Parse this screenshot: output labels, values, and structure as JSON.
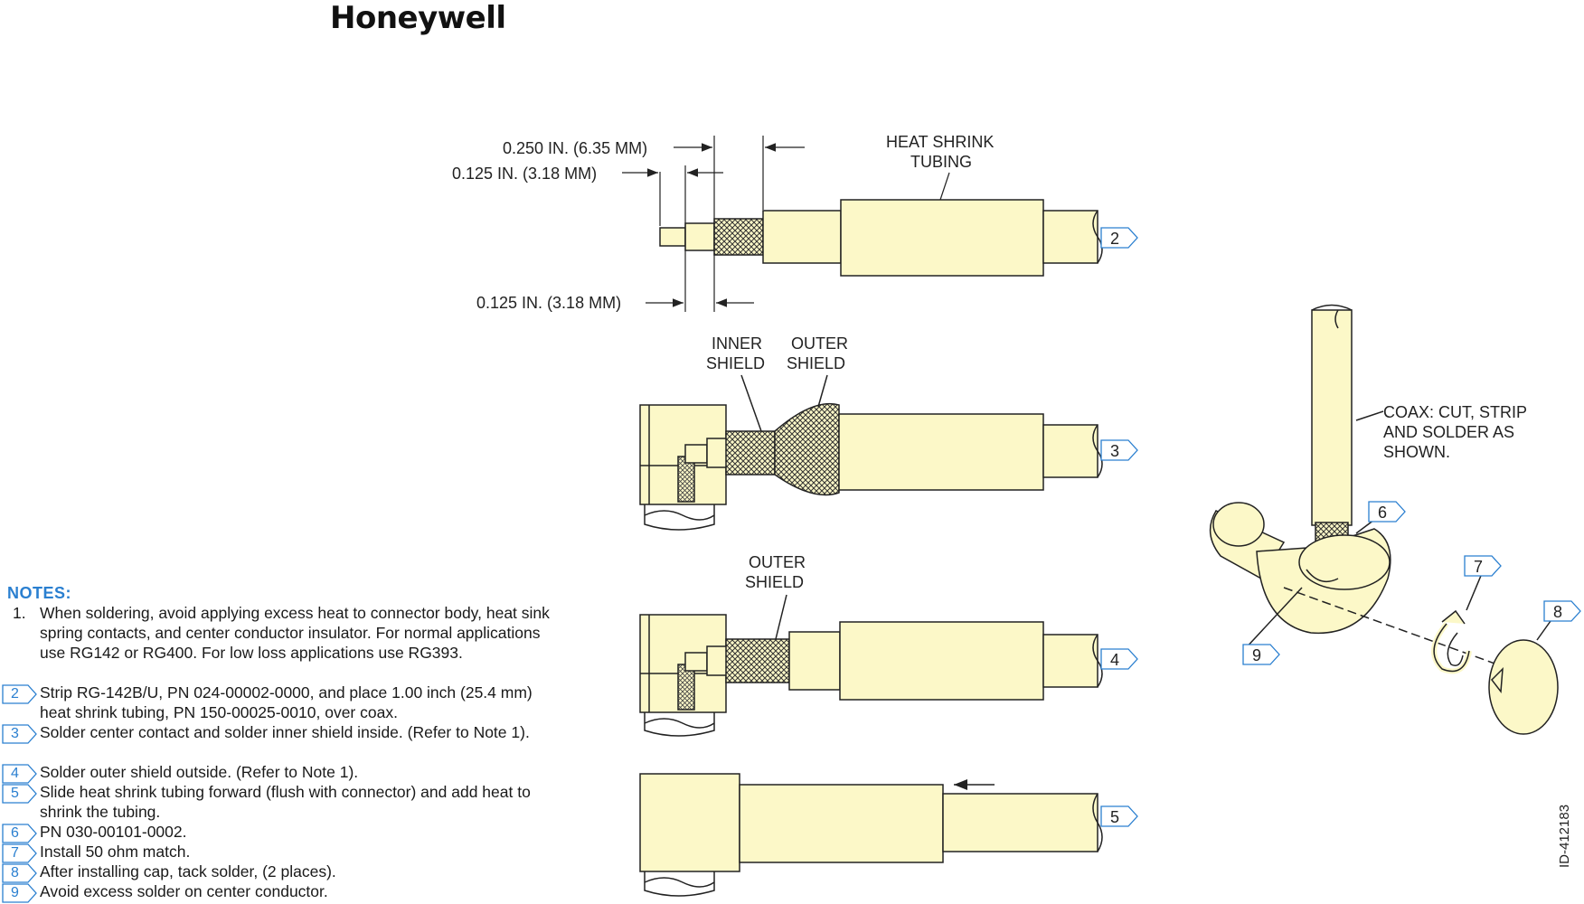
{
  "logo": "Honeywell",
  "dimensions": {
    "d1": "0.250 IN. (6.35 MM)",
    "d2": "0.125 IN. (3.18 MM)",
    "d3": "0.125 IN. (3.18 MM)"
  },
  "labels": {
    "heat_shrink_l1": "HEAT SHRINK",
    "heat_shrink_l2": "TUBING",
    "inner_l1": "INNER",
    "inner_l2": "SHIELD",
    "outer_l1": "OUTER",
    "outer_l2": "SHIELD",
    "outer2_l1": "OUTER",
    "outer2_l2": "SHIELD",
    "coax_l1": "COAX: CUT, STRIP",
    "coax_l2": "AND SOLDER AS",
    "coax_l3": "SHOWN."
  },
  "flags": {
    "f2": "2",
    "f3": "3",
    "f4": "4",
    "f5": "5",
    "f6": "6",
    "f7": "7",
    "f8": "8",
    "f9": "9"
  },
  "notes": {
    "title": "NOTES:",
    "items": [
      {
        "num": "1.",
        "text": "When soldering, avoid applying excess heat to connector body, heat sink spring contacts, and center conductor insulator. For normal applications use RG142 or RG400. For low loss applications use RG393."
      },
      {
        "num": "2",
        "text": "Strip RG-142B/U, PN 024-00002-0000, and place 1.00 inch (25.4 mm) heat shrink tubing, PN 150-00025-0010, over coax."
      },
      {
        "num": "3",
        "text": "Solder center contact and solder inner shield inside. (Refer to Note 1)."
      },
      {
        "num": "4",
        "text": "Solder outer shield outside. (Refer to Note 1)."
      },
      {
        "num": "5",
        "text": "Slide heat shrink tubing forward (flush with connector) and add heat to shrink the tubing."
      },
      {
        "num": "6",
        "text": "PN 030-00101-0002."
      },
      {
        "num": "7",
        "text": "Install 50 ohm match."
      },
      {
        "num": "8",
        "text": "After installing cap, tack solder, (2 places)."
      },
      {
        "num": "9",
        "text": "Avoid excess solder on center conductor."
      }
    ]
  },
  "doc_id": "ID-412183",
  "colors": {
    "fill": "#fcf8c8",
    "stroke": "#222222",
    "accent": "#2a7fd0"
  }
}
